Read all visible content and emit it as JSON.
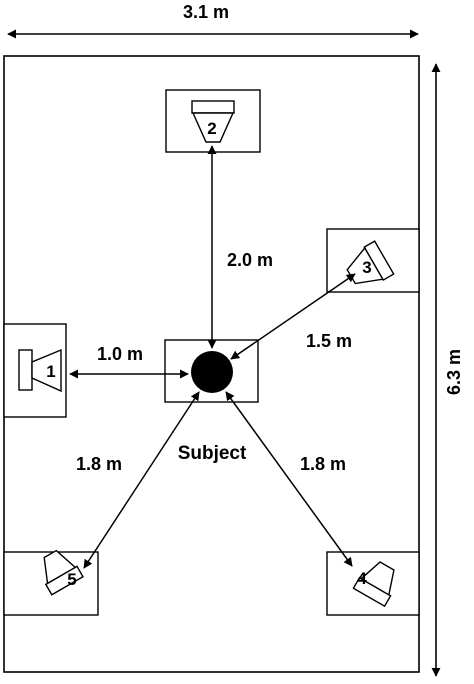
{
  "room": {
    "width_label": "3.1 m",
    "height_label": "6.3 m"
  },
  "subject": {
    "label": "Subject"
  },
  "speakers": [
    {
      "id": "1",
      "distance": "1.0 m"
    },
    {
      "id": "2",
      "distance": "2.0 m"
    },
    {
      "id": "3",
      "distance": "1.5 m"
    },
    {
      "id": "4",
      "distance": "1.8 m"
    },
    {
      "id": "5",
      "distance": "1.8 m"
    }
  ],
  "colors": {
    "line": "#000000",
    "background": "#ffffff"
  }
}
